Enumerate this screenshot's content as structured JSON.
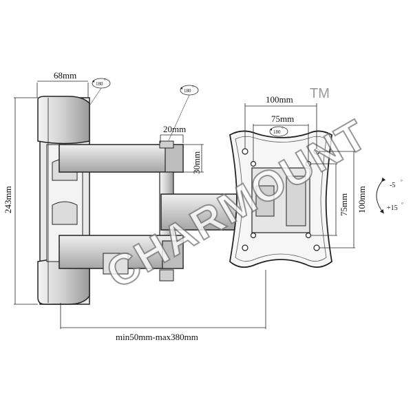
{
  "dimensions": {
    "top_width": "68mm",
    "height": "243mm",
    "arm_width": "20mm",
    "arm_height": "30mm",
    "vesa_outer_width": "100mm",
    "vesa_inner_width": "75mm",
    "vesa_inner_height": "75mm",
    "vesa_outer_height": "100mm",
    "extension": "min50mm-max380mm"
  },
  "rotation": {
    "wall_plate": "180",
    "arm": "180",
    "head": "180",
    "tilt_up": "-5",
    "tilt_down": "+15",
    "degree_symbol": "°"
  },
  "watermark": {
    "brand": "CHARMOUNT",
    "trademark": "TM"
  }
}
